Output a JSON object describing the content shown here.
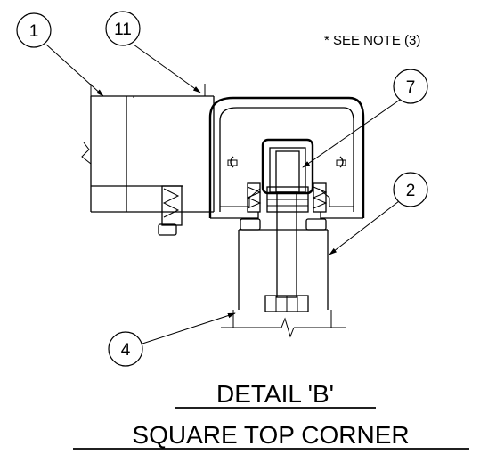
{
  "note": "* SEE NOTE (3)",
  "callouts": [
    "1",
    "11",
    "7",
    "2",
    "4"
  ],
  "title": {
    "line1": "DETAIL 'B'",
    "line2": "SQUARE TOP CORNER"
  }
}
